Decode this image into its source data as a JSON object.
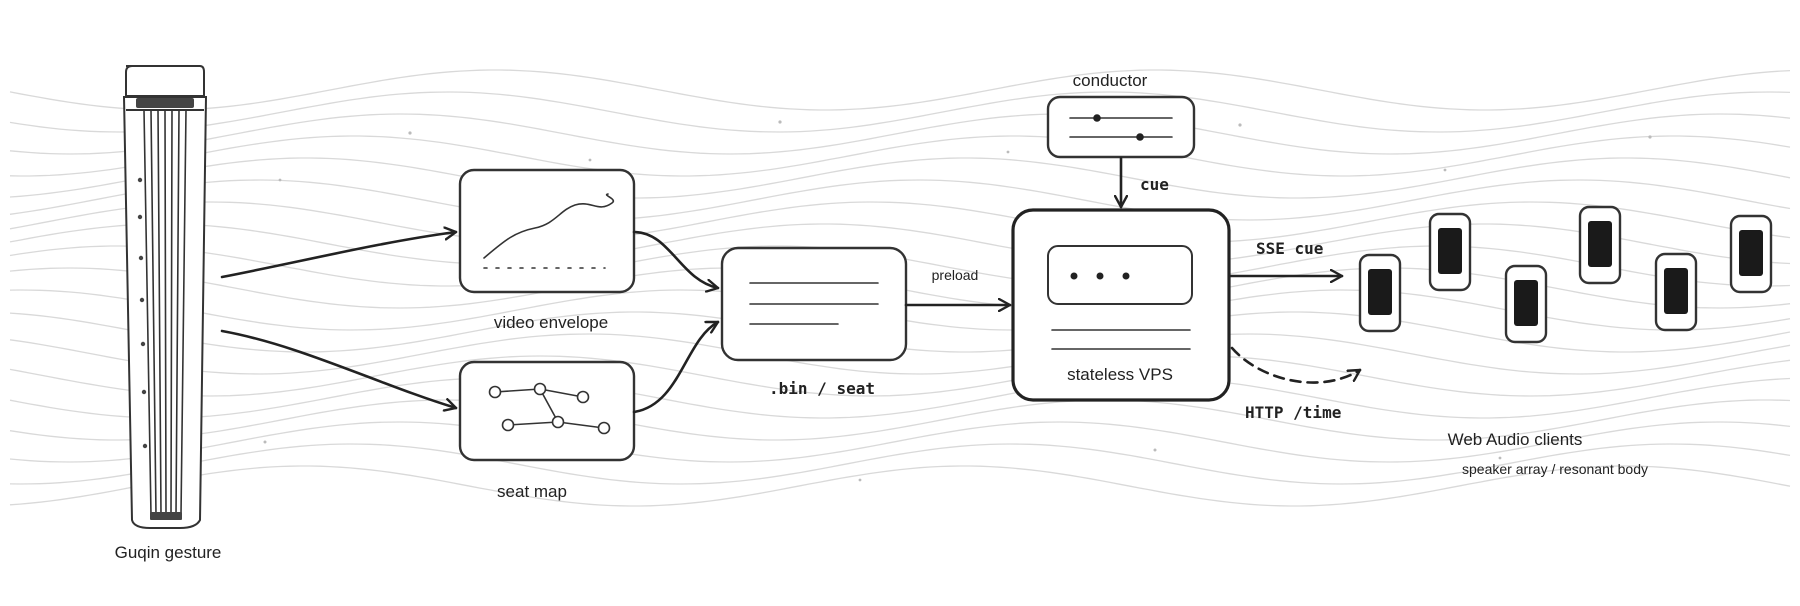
{
  "nodes": {
    "guqin": {
      "label": "Guqin gesture",
      "icon": "guqin-icon"
    },
    "video_envelope": {
      "label": "video envelope",
      "icon": "envelope-curve-icon"
    },
    "seat_map": {
      "label": "seat map",
      "icon": "network-graph-icon"
    },
    "bin_seat": {
      "label": ".bin / seat",
      "icon": "document-lines-icon"
    },
    "conductor": {
      "label": "conductor",
      "icon": "fader-icon"
    },
    "vps": {
      "label": "stateless VPS",
      "icon": "server-icon"
    },
    "clients": {
      "label": "Web Audio clients",
      "sublabel": "speaker array / resonant body",
      "icon": "phone-icon",
      "count": 6
    }
  },
  "edges": {
    "preload": "preload",
    "cue": "cue",
    "sse_cue": "SSE cue",
    "http_time": "HTTP /time"
  },
  "colors": {
    "ink": "#222222",
    "background_waves": "#d9d9d9",
    "device_screen": "#1a1a1a"
  }
}
